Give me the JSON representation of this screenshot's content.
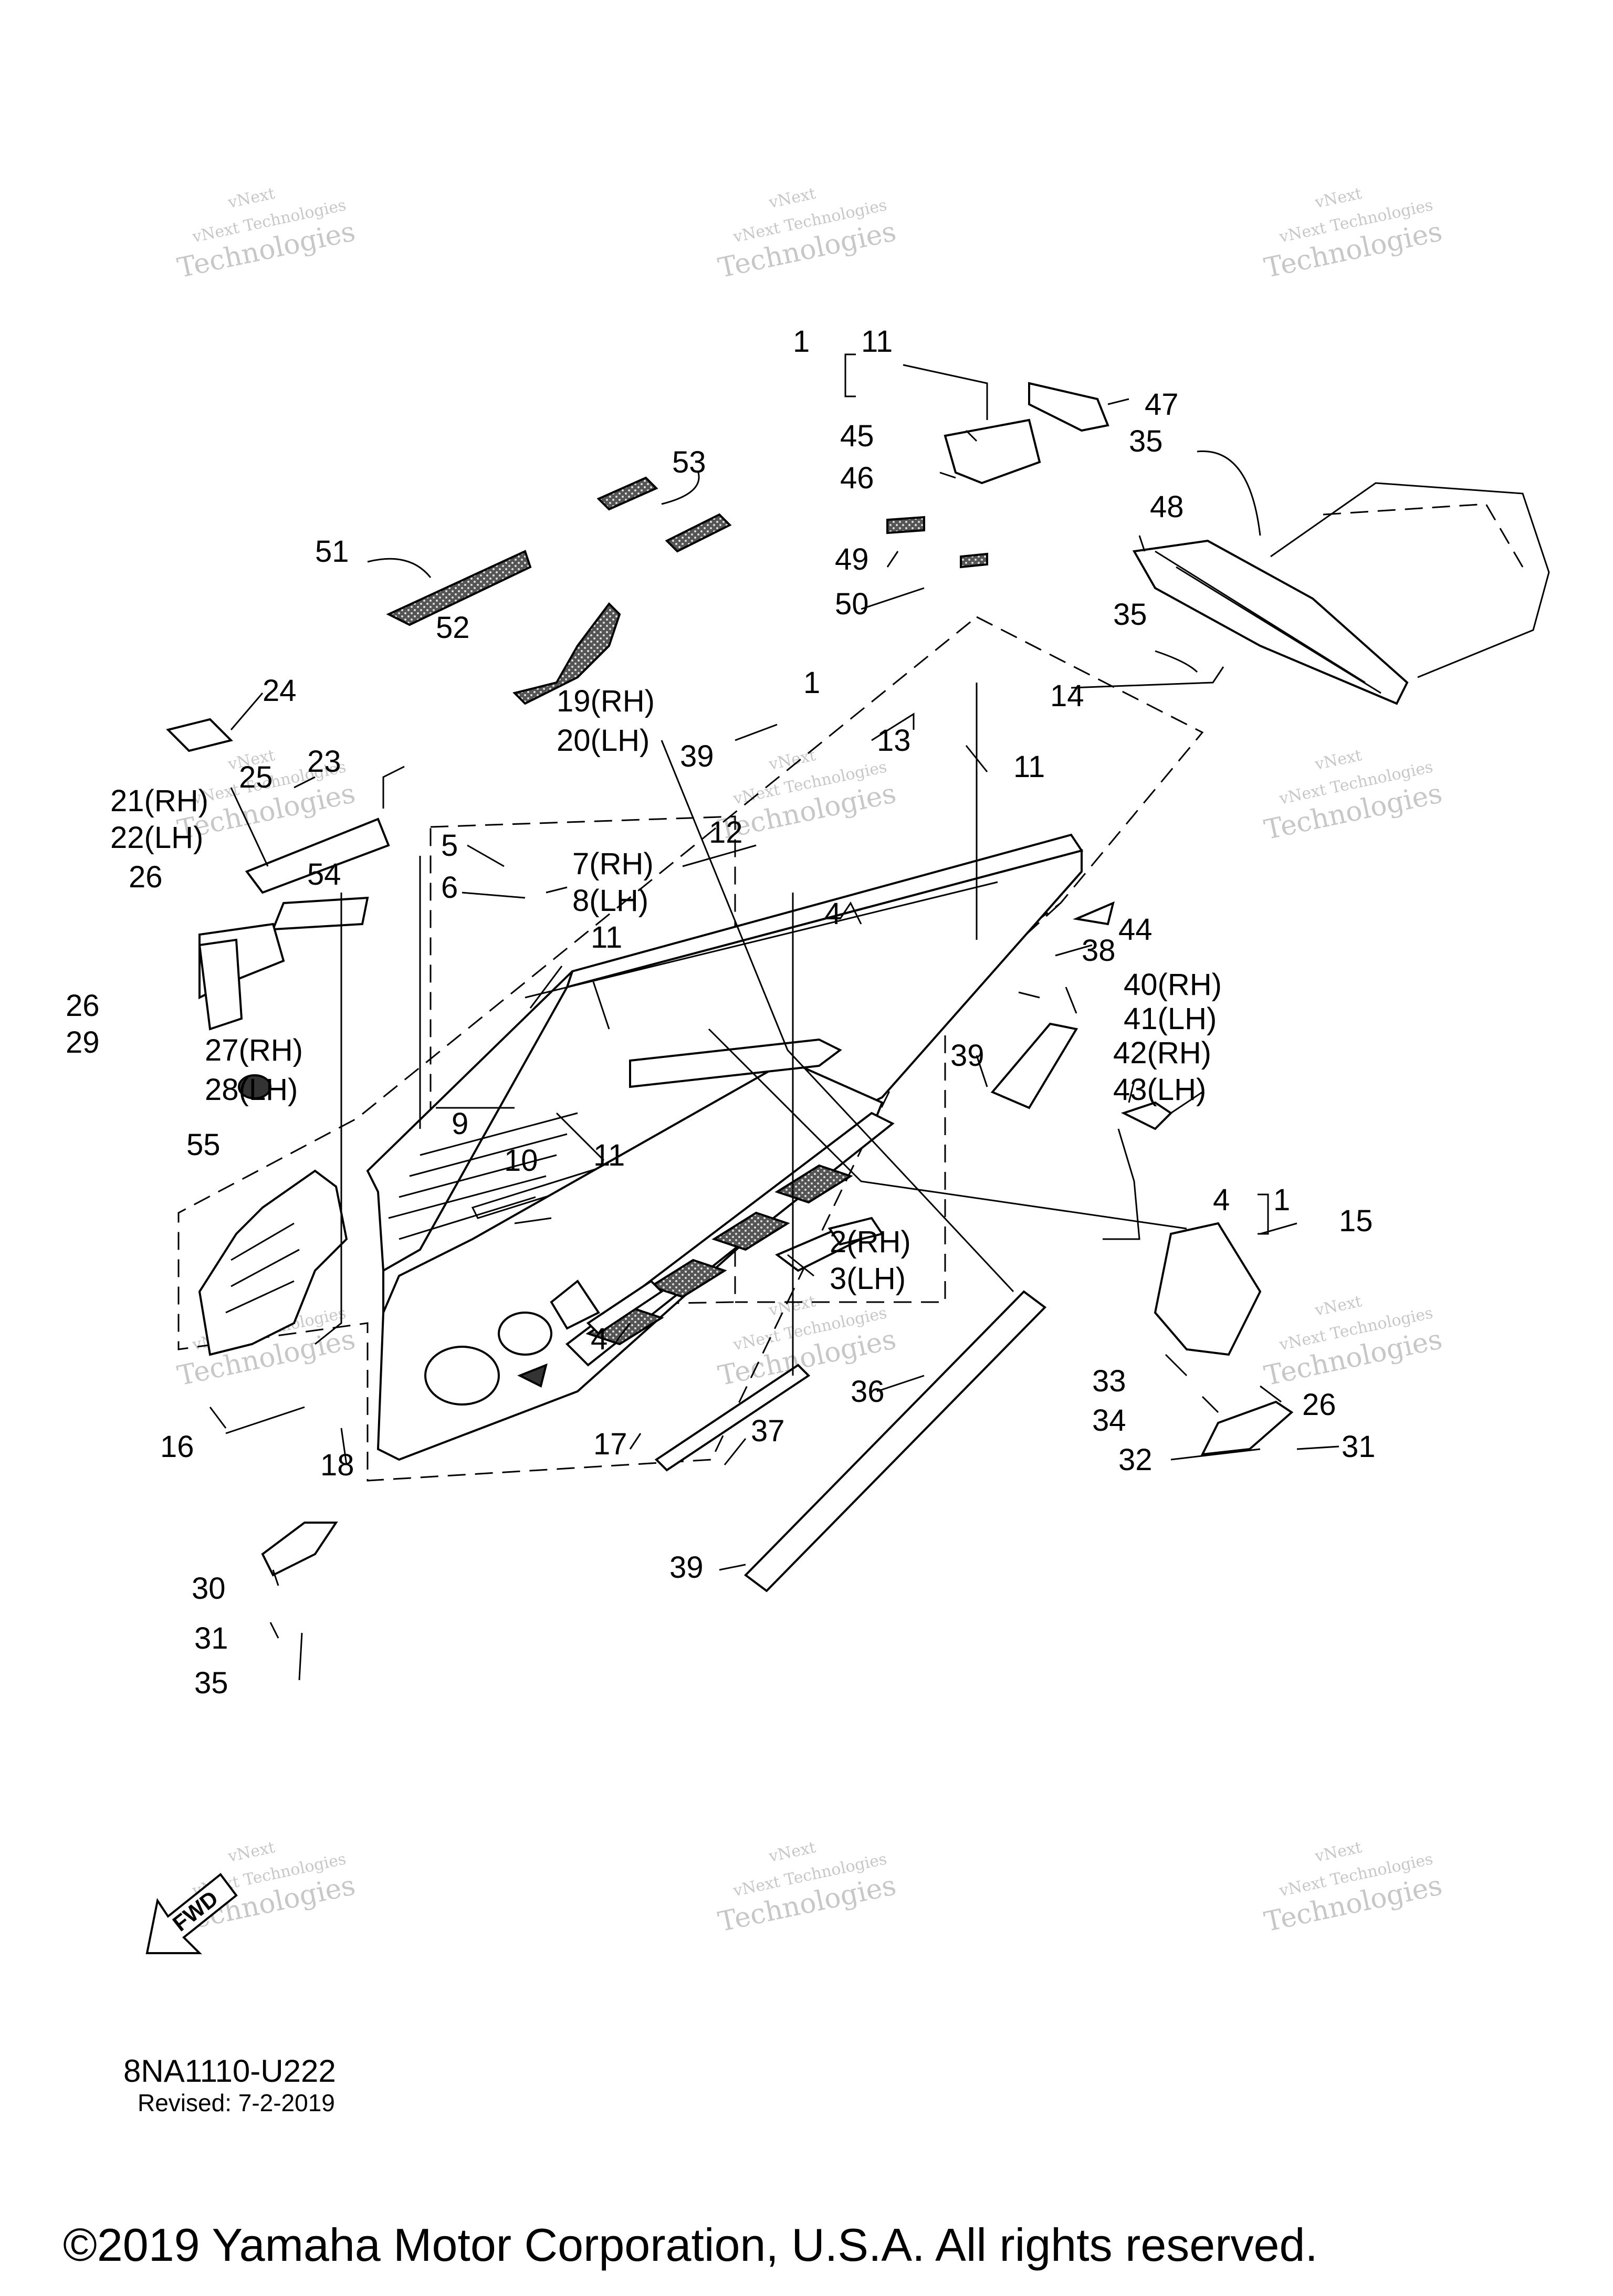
{
  "diagram_code": "8NA1110-U222",
  "revised": "Revised: 7-2-2019",
  "copyright": "©2019 Yamaha Motor Corporation, U.S.A. All rights reserved.",
  "fwd_label": "FWD",
  "watermark": {
    "line1": "vNext Technologies",
    "line2": "Technologies",
    "top": "vNext"
  },
  "callouts": {
    "c1a": "1",
    "c11a": "11",
    "c47": "47",
    "c45": "45",
    "c35a": "35",
    "c46": "46",
    "c48": "48",
    "c53": "53",
    "c51": "51",
    "c49": "49",
    "c50": "50",
    "c35b": "35",
    "c52": "52",
    "c24": "24",
    "c1b": "1",
    "c14": "14",
    "c19": "19(RH)",
    "c20": "20(LH)",
    "c13": "13",
    "c39a": "39",
    "c11b": "11",
    "c23": "23",
    "c25": "25",
    "c21": "21(RH)",
    "c22": "22(LH)",
    "c12": "12",
    "c5": "5",
    "c7": "7(RH)",
    "c26a": "26",
    "c54": "54",
    "c6": "6",
    "c8": "8(LH)",
    "c4a": "4",
    "c44": "44",
    "c11c": "11",
    "c38": "38",
    "c40": "40(RH)",
    "c41": "41(LH)",
    "c26b": "26",
    "c29": "29",
    "c27": "27(RH)",
    "c28": "28(LH)",
    "c39b": "39",
    "c42": "42(RH)",
    "c43": "43(LH)",
    "c9": "9",
    "c55": "55",
    "c10": "10",
    "c11d": "11",
    "c4b": "4",
    "c1c": "1",
    "c15": "15",
    "c2": "2(RH)",
    "c3": "3(LH)",
    "c4c": "4",
    "c33": "33",
    "c34": "34",
    "c26c": "26",
    "c36": "36",
    "c37": "37",
    "c16": "16",
    "c18": "18",
    "c17": "17",
    "c32": "32",
    "c31a": "31",
    "c39c": "39",
    "c30": "30",
    "c31b": "31",
    "c35c": "35"
  }
}
